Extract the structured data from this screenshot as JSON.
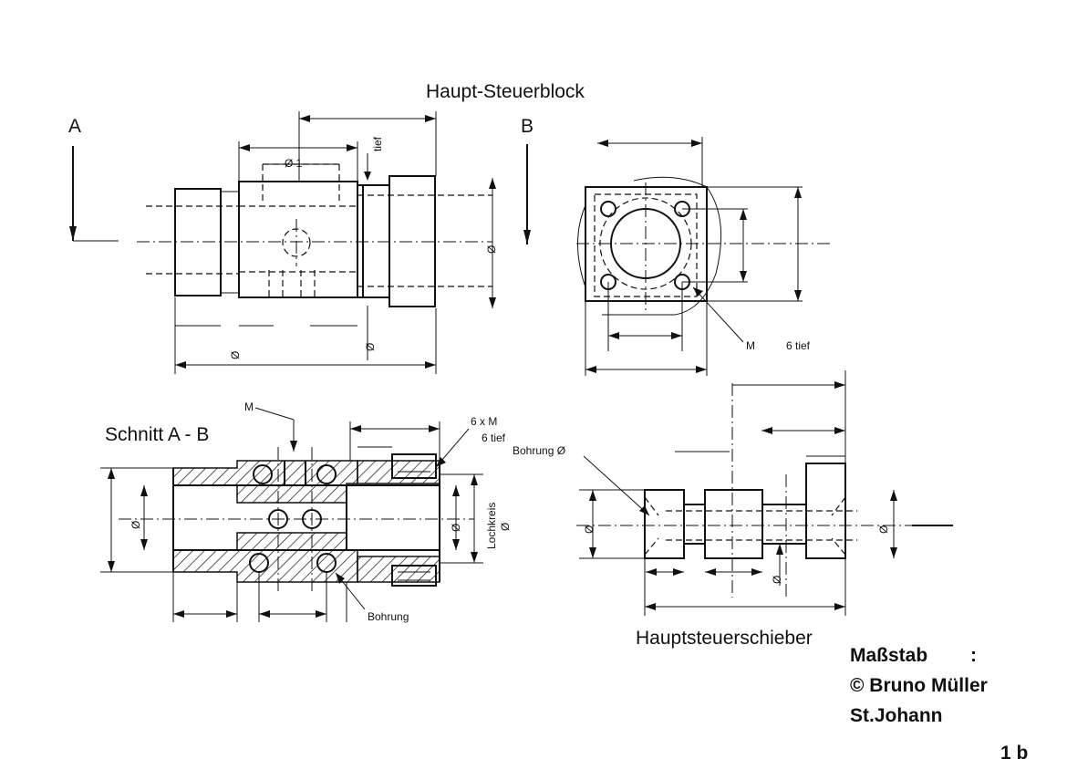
{
  "titles": {
    "main_block": "Haupt-Steuerblock",
    "section": "Schnitt A - B",
    "spool": "Hauptsteuerschieber"
  },
  "section_markers": {
    "a": "A",
    "b": "B"
  },
  "labels": {
    "tief_top": "tief",
    "dia_top": "Ø 1",
    "thread_side": "M",
    "thread_side_depth": "6  tief",
    "dia_front": "Ø",
    "thread_section": "M",
    "six_x_m": "6 x M",
    "six_tief": "6 tief",
    "bohrung_dia": "Bohrung Ø",
    "lochkreis": "Lochkreis",
    "lochkreis_dia": "Ø",
    "bohrung_bottom": "Bohrung",
    "dia_section": "Ø",
    "dia_section_right": "Ø",
    "dia_spool_left": "Ø",
    "dia_spool_mid": "Ø",
    "dia_spool_right": "Ø"
  },
  "title_block": {
    "scale_label": "Maßstab",
    "scale_colon": ":",
    "copyright": "©  Bruno Müller",
    "location": "St.Johann",
    "sheet": "1 b"
  }
}
